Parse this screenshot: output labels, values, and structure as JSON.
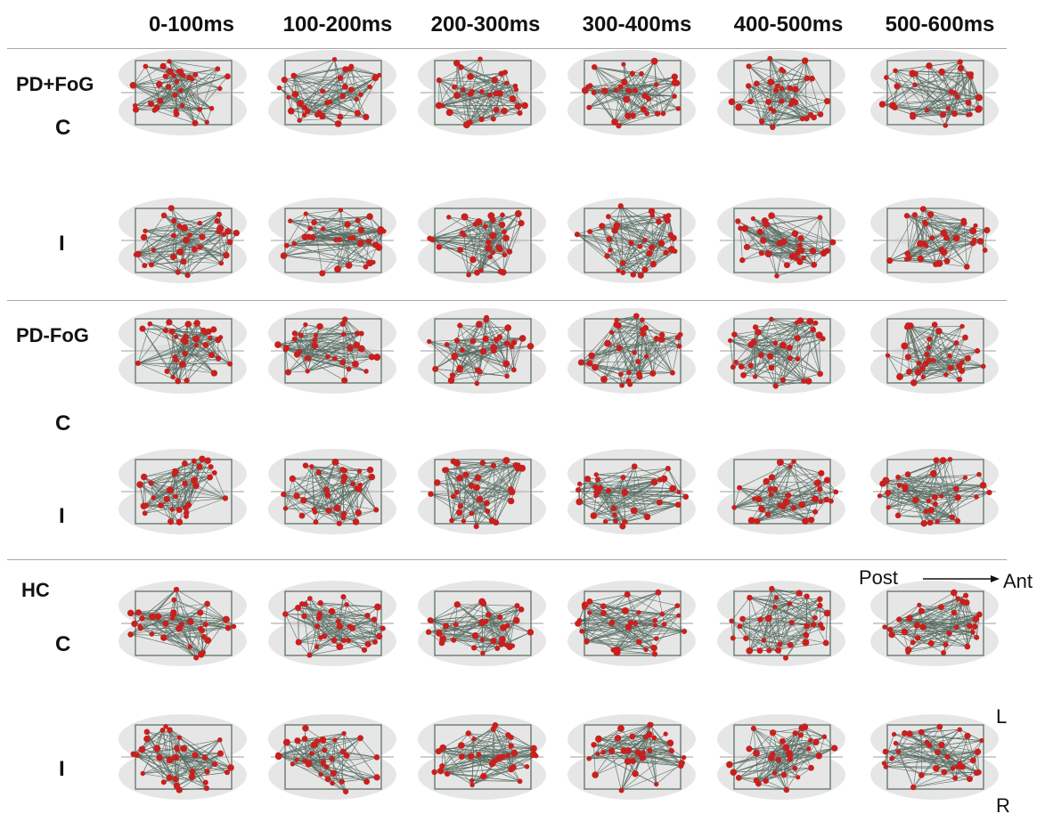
{
  "column_headers": [
    "0-100ms",
    "100-200ms",
    "200-300ms",
    "300-400ms",
    "400-500ms",
    "500-600ms"
  ],
  "groups": [
    {
      "label": "PD+FoG",
      "conditions": [
        "C",
        "I"
      ]
    },
    {
      "label": "PD-FoG",
      "conditions": [
        "C",
        "I"
      ]
    },
    {
      "label": "HC",
      "conditions": [
        "C",
        "I"
      ]
    }
  ],
  "orientation": {
    "post": "Post",
    "ant": "Ant",
    "left": "L",
    "right": "R"
  },
  "colors": {
    "node": "#c8201e",
    "edge": "#2f4a3c",
    "brain": "#dcdcdc",
    "divider": "#a8a8a8"
  }
}
